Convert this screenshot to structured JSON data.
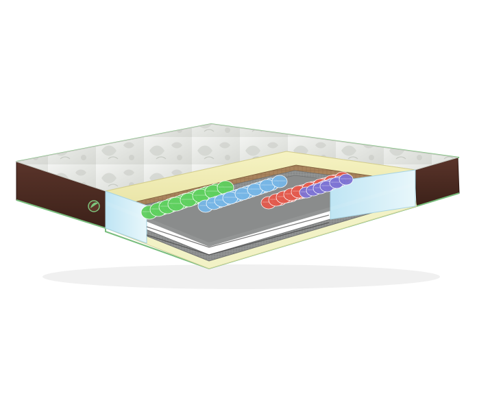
{
  "image": {
    "subject": "mattress-cutaway",
    "background_color": "#ffffff",
    "colors": {
      "cover_fabric": "#e6e8e4",
      "side_band": "#4b2a20",
      "memory_foam": "#f0efb5",
      "coconut_coir": "#a9845d",
      "felt_gray": "#8d8f8f",
      "edge_foam": "#d7eef7",
      "spring_green": "#5fd05f",
      "spring_blue": "#76b6e6",
      "spring_red": "#e35a4d",
      "spring_purple": "#7d74d4",
      "base_layer": "#f2f2c6",
      "accent_green": "#78bd7d"
    },
    "spring_zone_order": [
      "green",
      "blue",
      "red",
      "purple"
    ],
    "icons": [
      "leaf-badge-icon"
    ]
  }
}
